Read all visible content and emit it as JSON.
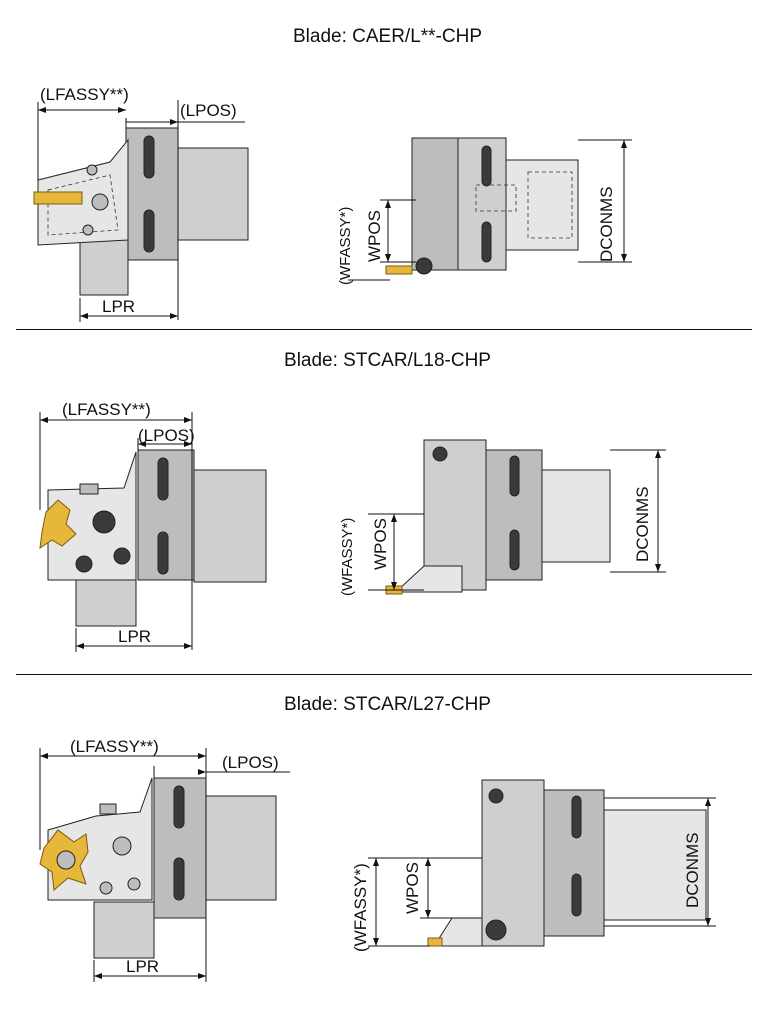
{
  "sections": [
    {
      "title": "Blade: CAER/L**-CHP",
      "labels": {
        "lfassy": "(LFASSY**)",
        "lpos": "(LPOS)",
        "lpr": "LPR",
        "wfassy": "(WFASSY*)",
        "wpos": "WPOS",
        "dconms": "DCONMS"
      }
    },
    {
      "title": "Blade: STCAR/L18-CHP",
      "labels": {
        "lfassy": "(LFASSY**)",
        "lpos": "(LPOS)",
        "lpr": "LPR",
        "wfassy": "(WFASSY*)",
        "wpos": "WPOS",
        "dconms": "DCONMS"
      }
    },
    {
      "title": "Blade: STCAR/L27-CHP",
      "labels": {
        "lfassy": "(LFASSY**)",
        "lpos": "(LPOS)",
        "lpr": "LPR",
        "wfassy": "(WFASSY*)",
        "wpos": "WPOS",
        "dconms": "DCONMS"
      }
    }
  ],
  "colors": {
    "insert": "#e7b73a",
    "body": "#bdbdbd",
    "line": "#111111"
  }
}
